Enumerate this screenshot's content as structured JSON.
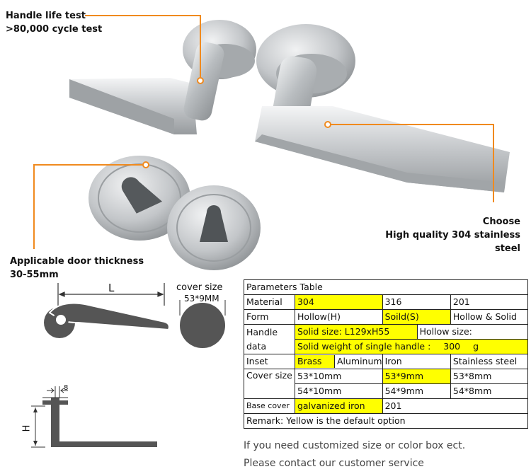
{
  "callouts": {
    "life_test_title": "Handle life test",
    "life_test_value": ">80,000 cycle test",
    "door_title": "Applicable door thickness",
    "door_value": "30-55mm",
    "material_title": "Choose",
    "material_value": "High quality 304 stainless steel"
  },
  "diagram": {
    "length_label": "L",
    "cover_title": "cover size",
    "cover_value": "53*9MM",
    "thickness_label": "8",
    "height_label": "H"
  },
  "table": {
    "title": "Parameters Table",
    "material": {
      "label": "Material",
      "opt1": "304",
      "opt2": "316",
      "opt3": "201"
    },
    "form": {
      "label": "Form",
      "opt1": "Hollow(H)",
      "opt2": "Soild(S)",
      "opt3": "Hollow & Solid"
    },
    "handle": {
      "label1": "Handle",
      "label2": "data",
      "solid_size": "Solid size: L129xH55",
      "hollow_size": "Hollow size:",
      "weight_text": "Solid weight of single handle :",
      "weight_value": "300",
      "weight_unit": "g"
    },
    "inset": {
      "label": "Inset",
      "opt1": "Brass",
      "opt2": "Aluminum",
      "opt3": "Iron",
      "opt4": "Stainless steel"
    },
    "cover": {
      "label": "Cover size",
      "r1c1": "53*10mm",
      "r1c2": "53*9mm",
      "r1c3": "53*8mm",
      "r2c1": "54*10mm",
      "r2c2": "54*9mm",
      "r2c3": "54*8mm"
    },
    "base": {
      "label": "Base cover",
      "opt1": "galvanized iron",
      "opt2": "201"
    },
    "remark": "Remark: Yellow is the default option"
  },
  "notes": {
    "line1": "If you need customized size or color box ect.",
    "line2": "Please contact our customer service"
  },
  "colors": {
    "highlight": "#ffff00",
    "callout_line": "#f08a1e",
    "diagram_fill": "#555555"
  }
}
